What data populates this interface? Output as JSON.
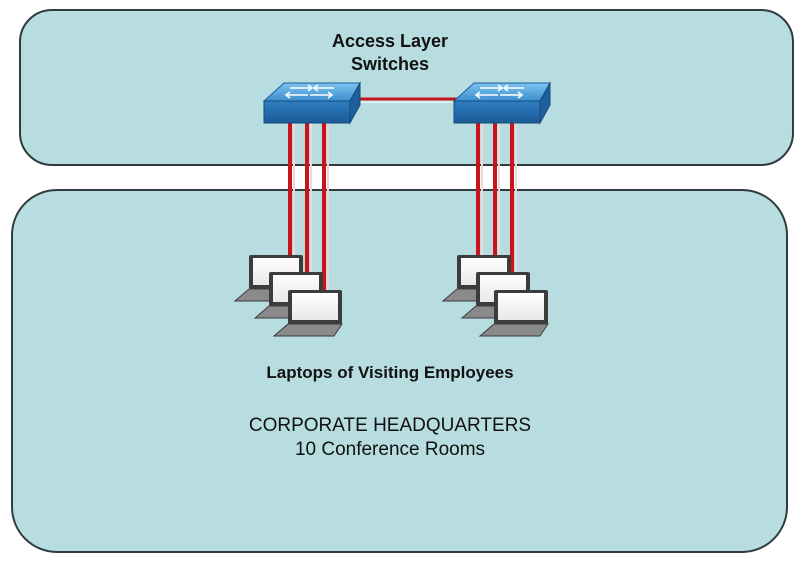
{
  "access_layer": {
    "title_line1": "Access Layer",
    "title_line2": "Switches"
  },
  "laptops_label": "Laptops of Visiting Employees",
  "headquarters": {
    "line1": "CORPORATE HEADQUARTERS",
    "line2": "10 Conference Rooms"
  },
  "colors": {
    "zone_fill": "#b7dde0",
    "zone_stroke": "#2f3b3c",
    "switch_blue": "#3a8fcf",
    "cable_red": "#c8141c"
  },
  "icons": {
    "switch": "network-switch-icon",
    "laptop": "laptop-icon"
  }
}
